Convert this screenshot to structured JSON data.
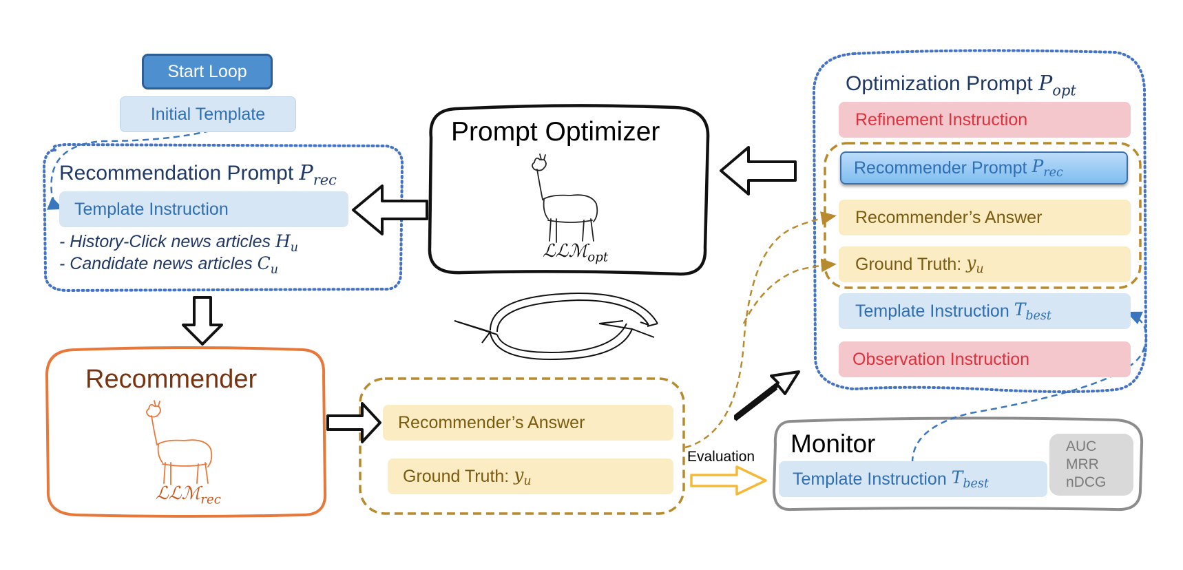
{
  "start_loop": {
    "label": "Start Loop"
  },
  "initial_template": {
    "label": "Initial Template"
  },
  "recommendation_prompt": {
    "title": "Recommendation Prompt",
    "symbol": "P",
    "symbol_sub": "rec",
    "template_instruction": "Template Instruction",
    "history_line": "- History-Click news articles",
    "history_symbol": "H",
    "history_sub": "u",
    "candidate_line": "- Candidate news articles",
    "candidate_symbol": "C",
    "candidate_sub": "u"
  },
  "prompt_optimizer": {
    "title": "Prompt Optimizer",
    "llm_symbol": "ℒℒℳ",
    "llm_sub": "opt"
  },
  "recommender": {
    "title": "Recommender",
    "llm_symbol": "ℒℒℳ",
    "llm_sub": "rec"
  },
  "output_group": {
    "answer": "Recommender’s Answer",
    "ground_truth": "Ground Truth:",
    "gt_symbol": "y",
    "gt_sub": "u"
  },
  "evaluation_label": "Evaluation",
  "monitor": {
    "title": "Monitor",
    "template_instruction": "Template Instruction",
    "t_symbol": "T",
    "t_sub": "best",
    "metrics": [
      "AUC",
      "MRR",
      "nDCG"
    ]
  },
  "optimization_prompt": {
    "title": "Optimization Prompt",
    "symbol": "P",
    "symbol_sub": "opt",
    "refinement": "Refinement Instruction",
    "recommender_prompt": "Recommender Prompt",
    "rp_symbol": "P",
    "rp_sub": "rec",
    "answer": "Recommender’s Answer",
    "ground_truth": "Ground Truth:",
    "gt_symbol": "y",
    "gt_sub": "u",
    "template_instruction": "Template Instruction",
    "t_symbol": "T",
    "t_sub": "best",
    "observation": "Observation Instruction"
  },
  "colors": {
    "dotted_blue": "#4472c4",
    "recommender_orange": "#e8773a",
    "recommender_text": "#7a3310",
    "dashed_brown": "#b78a2e",
    "evaluation_arrow": "#f5b93a",
    "dark_title": "#1f3864"
  }
}
